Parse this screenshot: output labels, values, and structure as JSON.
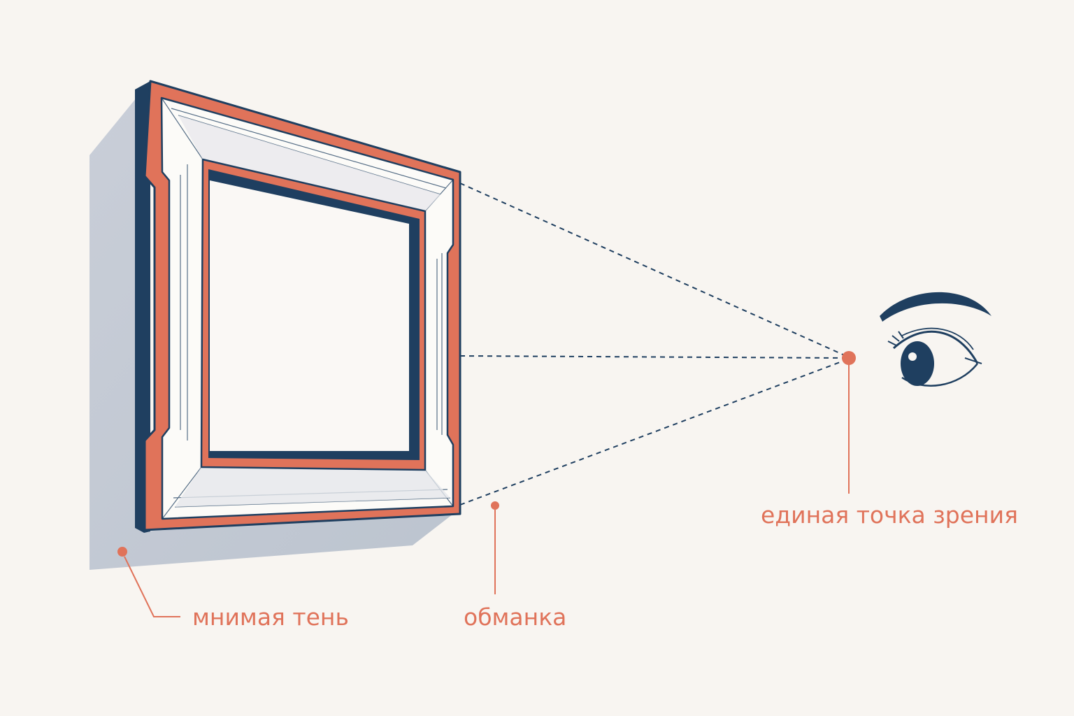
{
  "labels": {
    "shadow": "мнимая тень",
    "trompe_loeil": "обманка",
    "viewpoint": "единая точка зрения"
  },
  "colors": {
    "background": "#f8f5f1",
    "navy": "#1f3f60",
    "coral": "#e0735a",
    "shadow": "#c2c9d3",
    "frame_light": "#fcfbf8"
  },
  "icons": [
    "picture-frame",
    "eye-icon",
    "viewpoint-dot"
  ]
}
